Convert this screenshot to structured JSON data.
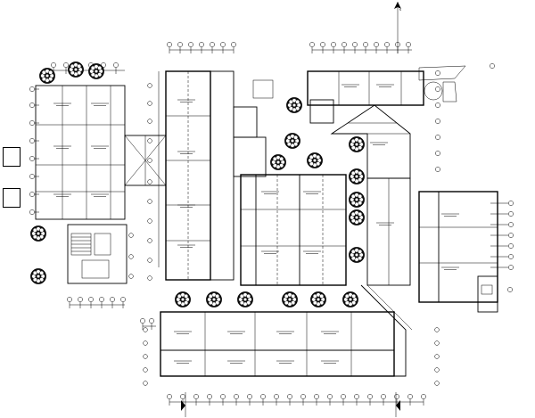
{
  "drawing": {
    "type": "architectural-floor-plan",
    "background": "#ffffff",
    "line_color": "#000000",
    "tree_symbols": 20,
    "north_arrows": 3,
    "legend_boxes": 2
  }
}
